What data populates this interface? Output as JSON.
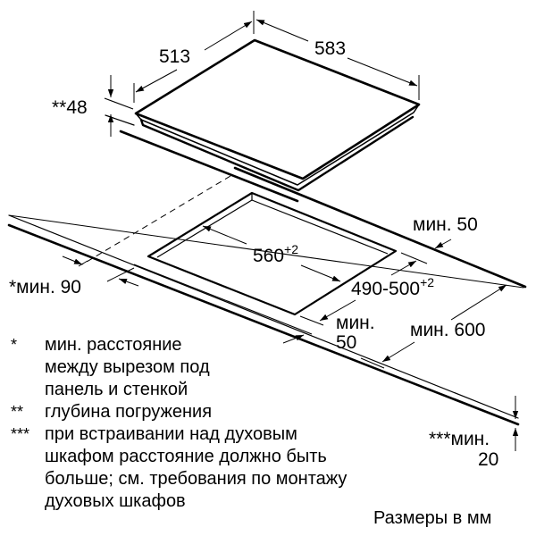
{
  "diagram": {
    "type": "cooktop built-in installation dimensions",
    "hob": {
      "width": "583",
      "depth": "513",
      "depth_insertion": "**48"
    },
    "cutout": {
      "width": "560",
      "width_tolerance": "+2",
      "depth": "490-500",
      "depth_tolerance": "+2"
    },
    "clearances": {
      "front_label": "мин.",
      "front_value": "50",
      "rear": "мин. 50",
      "side_wall": "*мин. 90",
      "worktop_depth": "мин. 600",
      "oven_label": "***мин.",
      "oven_value": "20"
    },
    "notes": [
      {
        "mark": "*",
        "lines": [
          "мин. расстояние",
          "между вырезом под",
          "панель и стенкой"
        ]
      },
      {
        "mark": "**",
        "lines": [
          "глубина погружения"
        ]
      },
      {
        "mark": "***",
        "lines": [
          "при встраивании над духовым",
          "шкафом расстояние должно быть",
          "больше; см. требования по монтажу",
          "духовых шкафов"
        ]
      }
    ],
    "units_caption": "Размеры в мм"
  }
}
